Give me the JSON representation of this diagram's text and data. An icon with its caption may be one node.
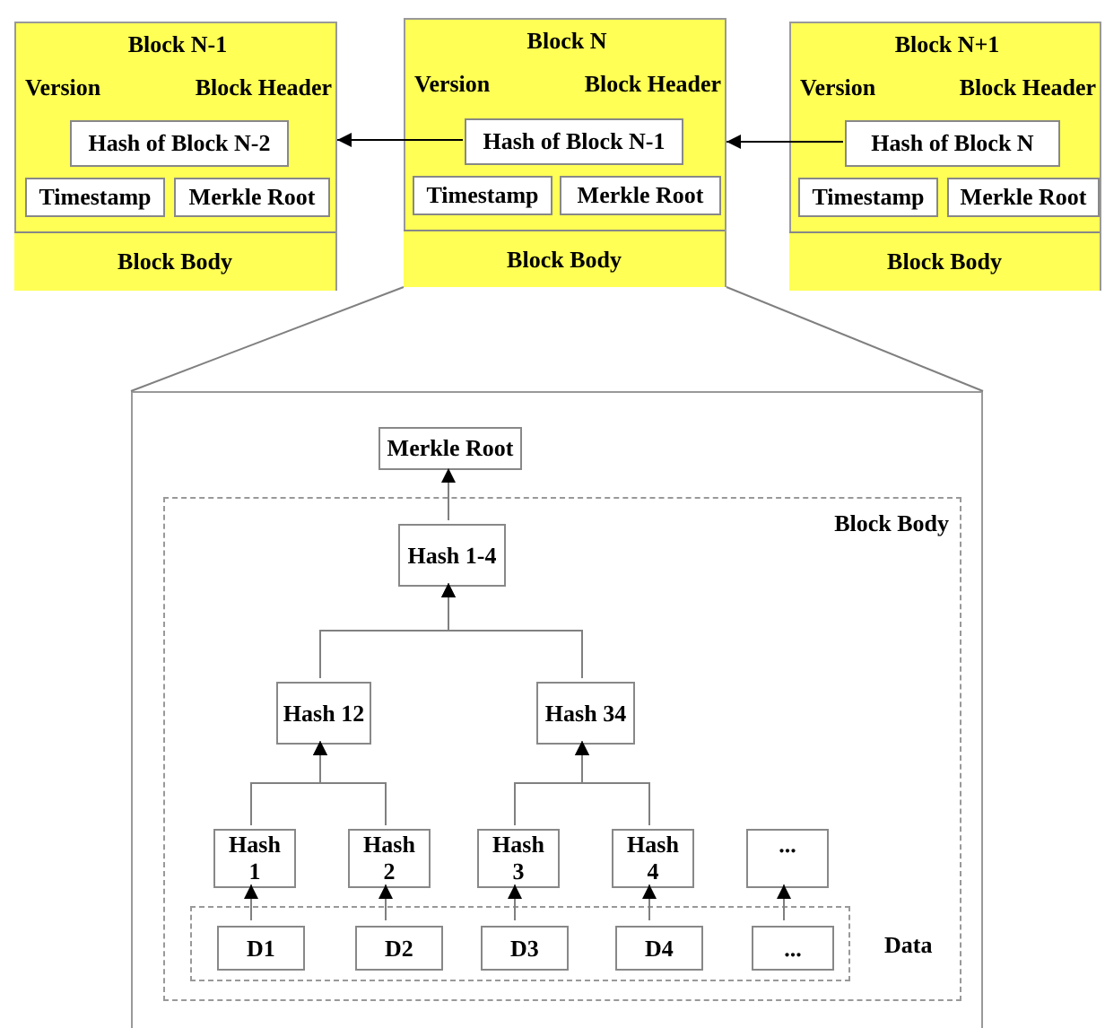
{
  "diagram": {
    "nodes": [
      {
        "text": [
          "Block N-1",
          "Version",
          "Block Header"
        ]
      },
      {
        "text": [
          "Hash of Block N-2"
        ],
        "in": 0
      },
      {
        "text": [
          "Timestamp"
        ],
        "in": 0
      },
      {
        "text": [
          "Merkle Root"
        ],
        "in": 0
      },
      {
        "text": [
          "Block Body"
        ],
        "in": 0
      },
      {
        "text": [
          "Block N",
          "Version",
          "Block Header"
        ]
      },
      {
        "text": [
          "Hash of Block N-1"
        ],
        "in": 5
      },
      {
        "text": [
          "Timestamp"
        ],
        "in": 5
      },
      {
        "text": [
          "Merkle Root"
        ],
        "in": 5
      },
      {
        "text": [
          "Block Body"
        ],
        "in": 5
      },
      {
        "text": [
          "Block N+1",
          "Version",
          "Block Header"
        ]
      },
      {
        "text": [
          "Hash of Block N"
        ],
        "in": 10
      },
      {
        "text": [
          "Timestamp"
        ],
        "in": 10
      },
      {
        "text": [
          "Merkle Root"
        ],
        "in": 10
      },
      {
        "text": [
          "Block Body"
        ],
        "in": 10
      },
      {
        "text": [],
        "shape": "box"
      },
      {
        "text": [
          "Merkle Root"
        ],
        "in": 15
      },
      {
        "text": [
          "Block Body"
        ],
        "in": 15
      },
      {
        "text": [
          "Hash 1-4"
        ],
        "in": 17
      },
      {
        "text": [
          "Hash 12"
        ],
        "in": 17
      },
      {
        "text": [
          "Hash 34"
        ],
        "in": 17
      },
      {
        "text": [
          "Hash 1"
        ],
        "in": 17
      },
      {
        "text": [
          "Hash 2"
        ],
        "in": 17
      },
      {
        "text": [
          "Hash 3"
        ],
        "in": 17
      },
      {
        "text": [
          "Hash 4"
        ],
        "in": 17
      },
      {
        "text": [
          "..."
        ],
        "in": 17
      },
      {
        "text": [
          "Data"
        ],
        "in": 17
      },
      {
        "text": [
          "D1"
        ],
        "in": 26
      },
      {
        "text": [
          "D2"
        ],
        "in": 26
      },
      {
        "text": [
          "D3"
        ],
        "in": 26
      },
      {
        "text": [
          "D4"
        ],
        "in": 26
      },
      {
        "text": [
          "..."
        ],
        "in": 26
      }
    ],
    "edges": [
      {
        "from": 6,
        "to": 0,
        "arrow": "to",
        "color": "#000000"
      },
      {
        "from": 11,
        "to": 5,
        "arrow": "to",
        "color": "#000000"
      },
      {
        "from": 5,
        "to": 15,
        "arrow": "none"
      },
      {
        "from": 5,
        "to": 15,
        "arrow": "none"
      },
      {
        "from": 18,
        "to": 16,
        "arrow": "to"
      },
      {
        "from": 19,
        "to": 18,
        "arrow": "to"
      },
      {
        "from": 20,
        "to": 18,
        "arrow": "to"
      },
      {
        "from": 21,
        "to": 19,
        "arrow": "to"
      },
      {
        "from": 22,
        "to": 19,
        "arrow": "to"
      },
      {
        "from": 23,
        "to": 20,
        "arrow": "to"
      },
      {
        "from": 24,
        "to": 20,
        "arrow": "to"
      },
      {
        "from": 27,
        "to": 21,
        "arrow": "to"
      },
      {
        "from": 28,
        "to": 22,
        "arrow": "to"
      },
      {
        "from": 29,
        "to": 23,
        "arrow": "to"
      },
      {
        "from": 30,
        "to": 24,
        "arrow": "to"
      },
      {
        "from": 31,
        "to": 25,
        "arrow": "to"
      }
    ]
  }
}
